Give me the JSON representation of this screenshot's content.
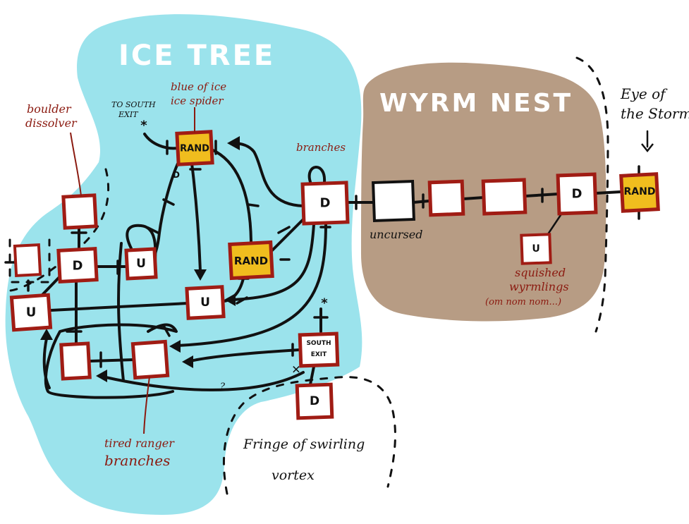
{
  "colors": {
    "ice": "#9be3ec",
    "nest": "#b79c84",
    "node_border": "#a01c14",
    "rand_fill": "#f0bd1e",
    "note_red": "#8b1a10",
    "ink": "#111111"
  },
  "regions": {
    "ice_tree": "ICE TREE",
    "wyrm_nest": "WYRM NEST"
  },
  "annotations": {
    "boulder": "boulder\ndissolver",
    "to_south_exit": "TO SOUTH\nEXIT",
    "star": "*",
    "blue_spider": "blue of ice\nice spider",
    "branches": "branches",
    "uncursed": "uncursed",
    "squished": "squished\nwyrmlings\n(om nom nom...)",
    "eye": "Eye of\nthe Storm",
    "tired_ranger": "tired ranger\nbranches",
    "fringe": "Fringe of swirling\nvortex",
    "question": "?",
    "d_small": "D"
  },
  "nodes": {
    "rand_top": "RAND",
    "rand_mid": "RAND",
    "rand_eye": "RAND",
    "d_branch": "D",
    "d_left": "D",
    "d_wyrm": "D",
    "d_bottom": "D",
    "u_left": "U",
    "u_mid": "U",
    "u_inner": "U",
    "u_wyrm": "U",
    "south_exit": "SOUTH\nEXIT",
    "blank": ""
  }
}
